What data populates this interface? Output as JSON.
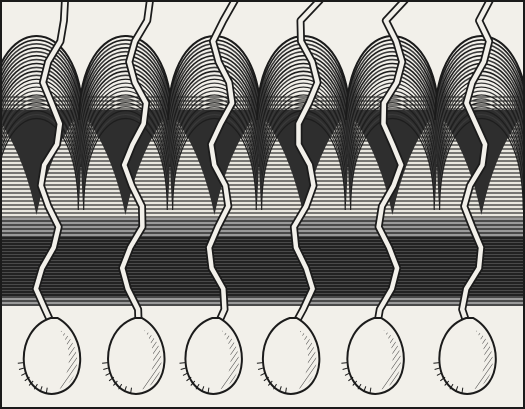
{
  "image": {
    "kind": "engraving",
    "palette": {
      "paper": "#f2f0ea",
      "ink": "#1b1b1b",
      "mid": "#6e6e6e"
    }
  },
  "scene": {
    "upper_folds_count": 6,
    "hair_strands_count": 6,
    "bulbs_count": 6
  }
}
